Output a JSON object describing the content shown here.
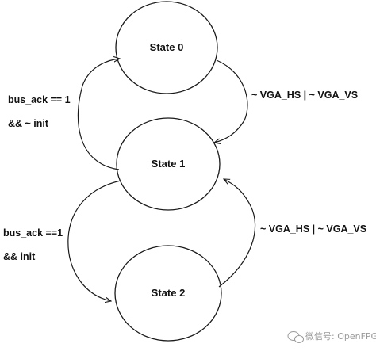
{
  "states": [
    {
      "id": "s0",
      "label": "State 0"
    },
    {
      "id": "s1",
      "label": "State 1"
    },
    {
      "id": "s2",
      "label": "State 2"
    }
  ],
  "transitions": [
    {
      "from": "s1",
      "to": "s0",
      "label_lines": [
        "bus_ack == 1",
        "&& ~ init"
      ]
    },
    {
      "from": "s0",
      "to": "s1",
      "label_lines": [
        "~ VGA_HS | ~ VGA_VS"
      ]
    },
    {
      "from": "s1",
      "to": "s2",
      "label_lines": [
        "bus_ack ==1",
        "&& init"
      ]
    },
    {
      "from": "s2",
      "to": "s1",
      "label_lines": [
        "~ VGA_HS | ~ VGA_VS"
      ]
    }
  ],
  "watermark": {
    "text": "微信号: OpenFPGA"
  },
  "colors": {
    "stroke": "#1a1a1a",
    "text": "#111111",
    "watermark": "#9a9a9a"
  }
}
